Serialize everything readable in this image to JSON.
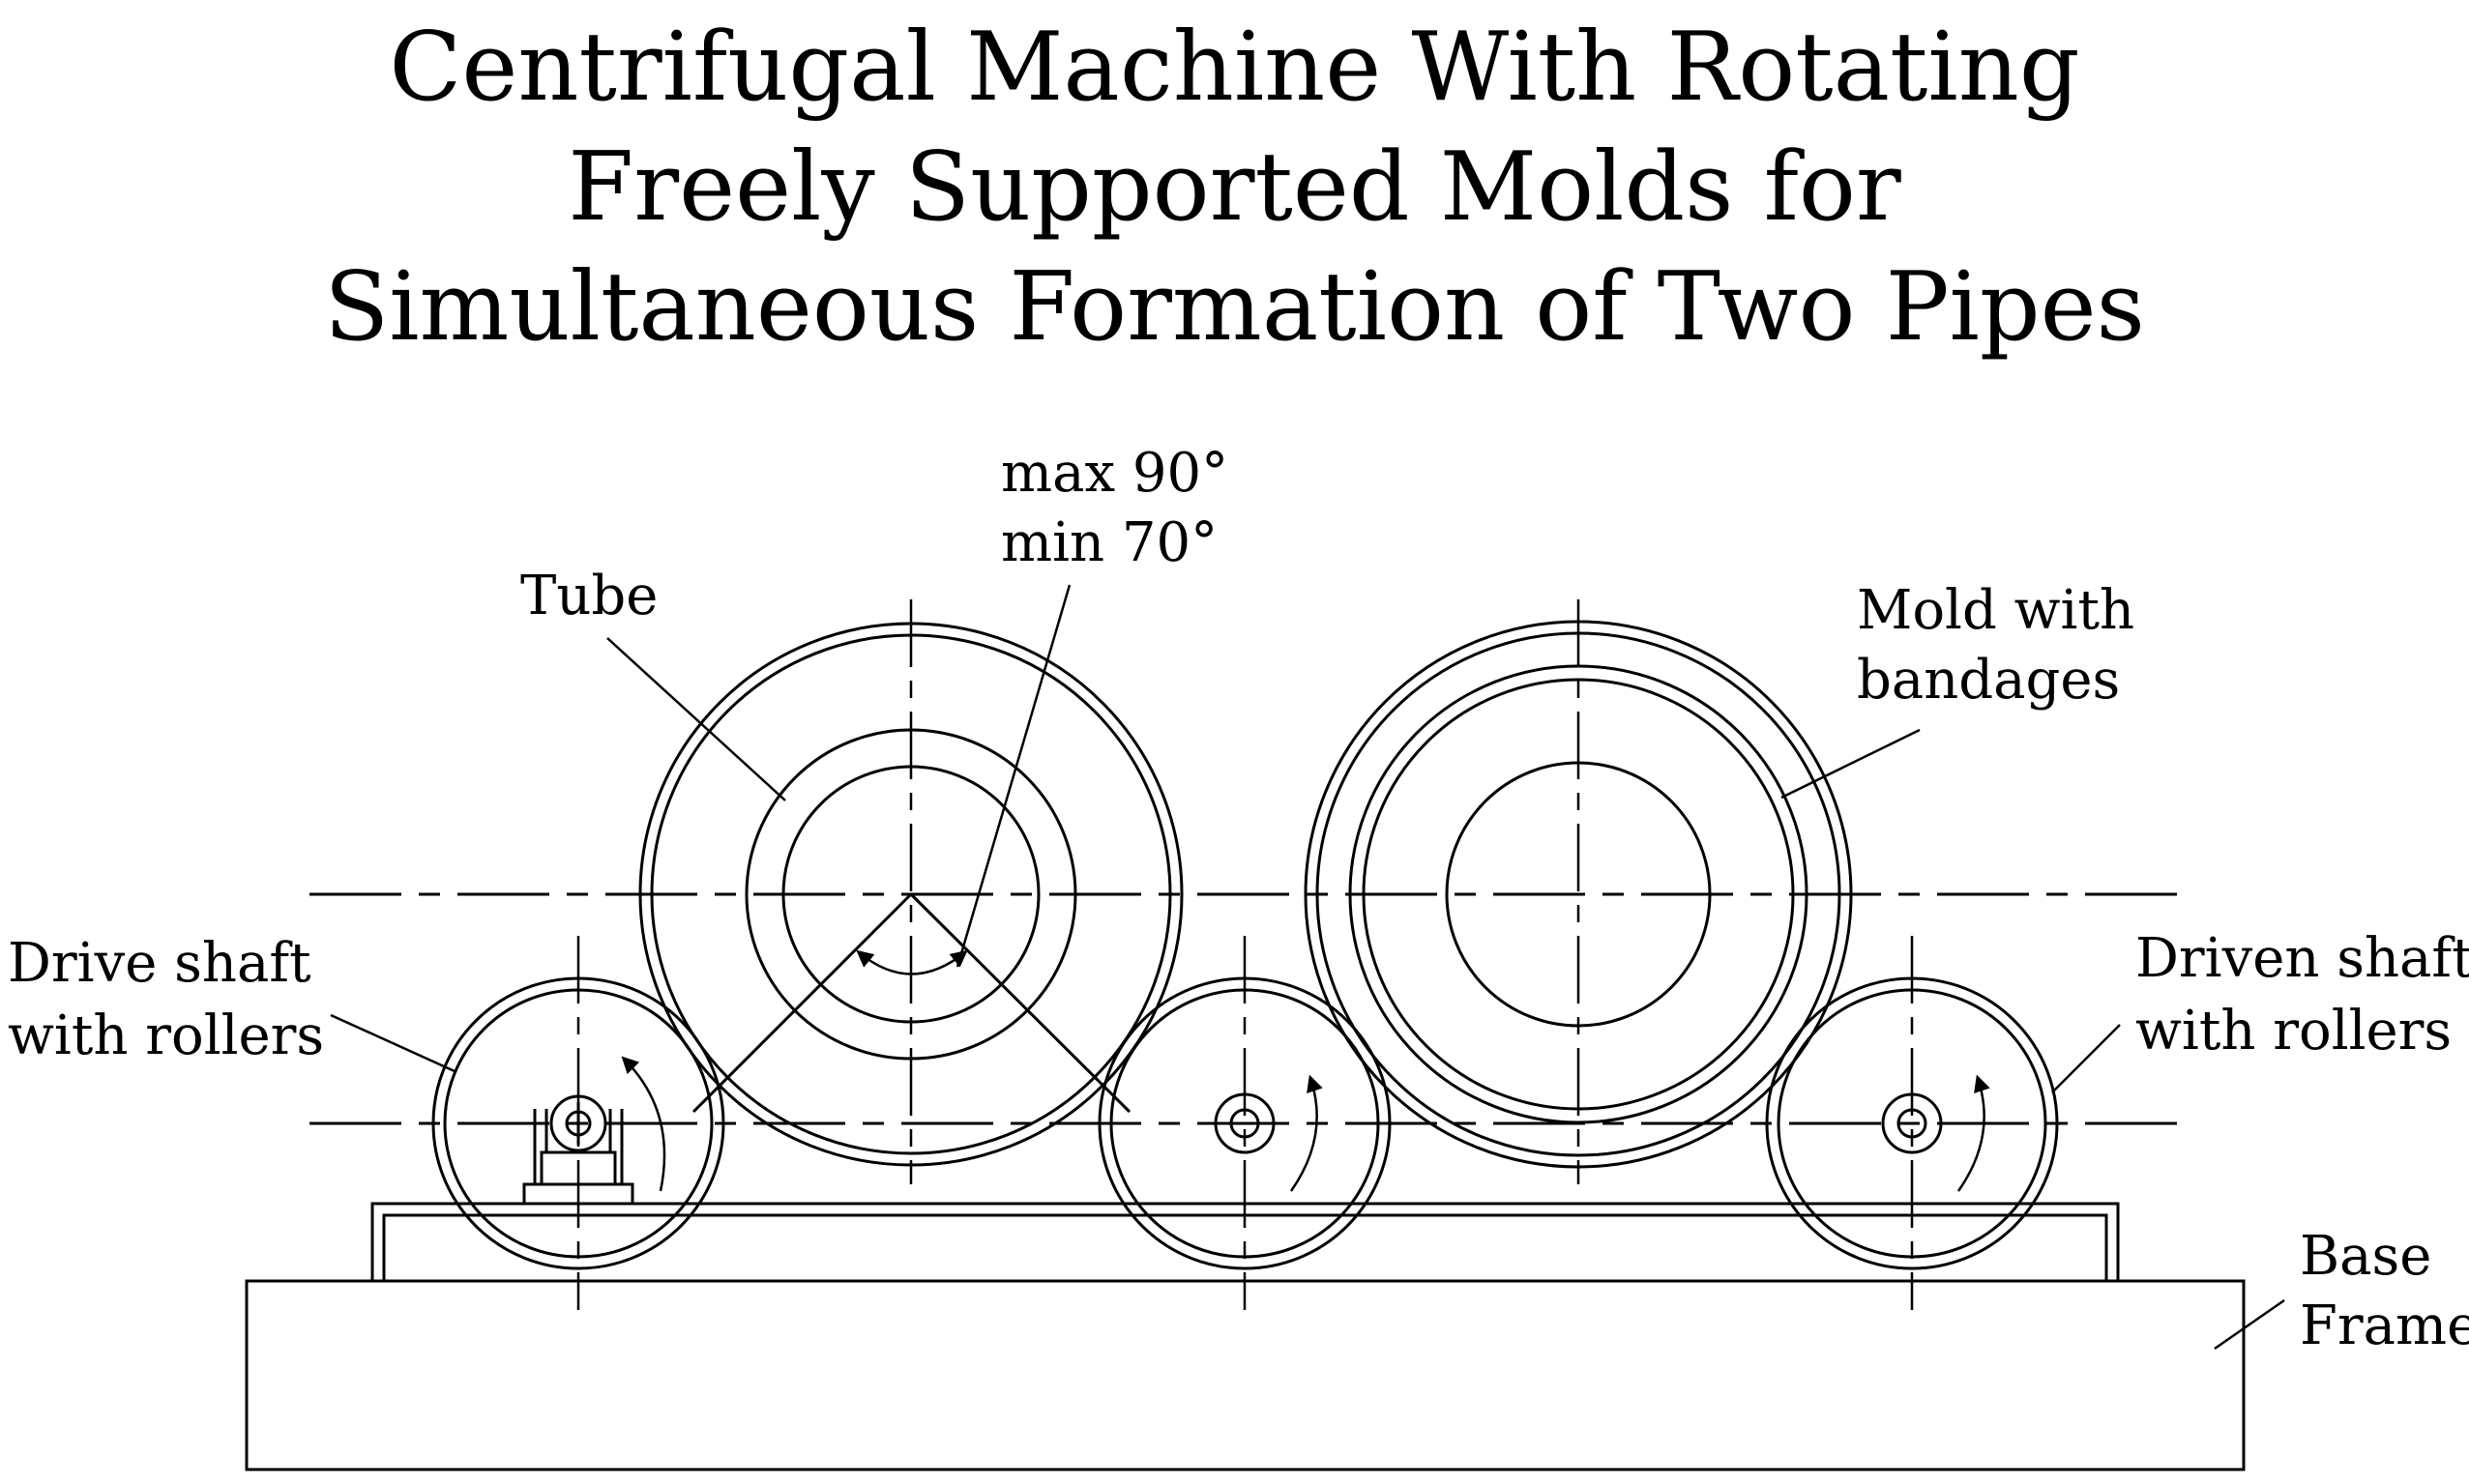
{
  "title_lines": [
    "Centrifugal Machine With Rotating",
    "Freely Supported Molds for",
    "Simultaneous Formation of Two Pipes"
  ],
  "labels": {
    "angle_max": "max 90°",
    "angle_min": "min 70°",
    "tube": "Tube",
    "mold_line1": "Mold with",
    "mold_line2": "bandages",
    "drive_line1": "Drive shaft",
    "drive_line2": "with rollers",
    "driven_line1": "Driven shaft",
    "driven_line2": "with rollers",
    "base_line1": "Base",
    "base_line2": "Frame"
  },
  "colors": {
    "line": "#000000",
    "background": "#ffffff"
  }
}
